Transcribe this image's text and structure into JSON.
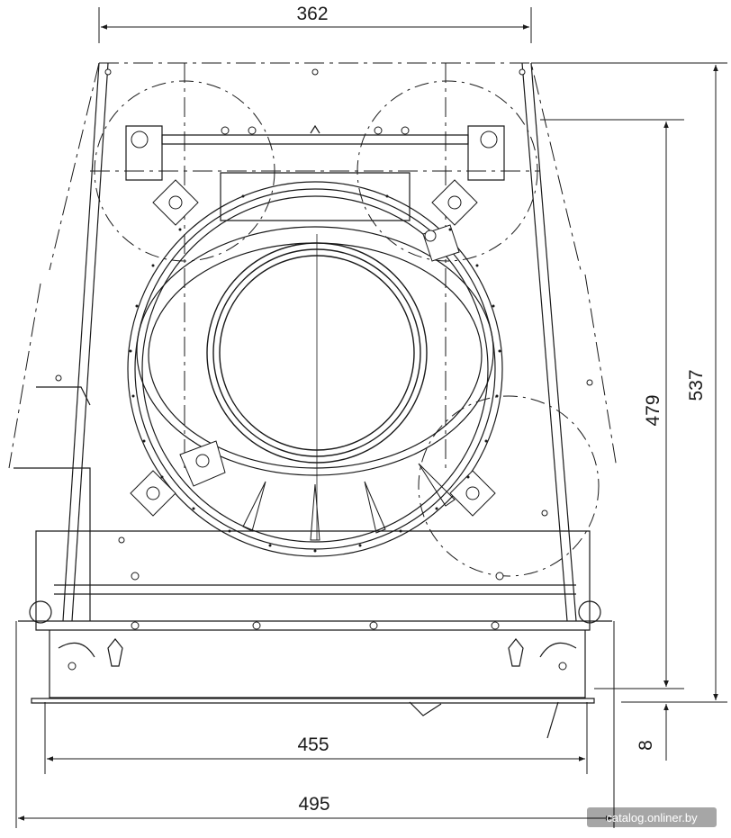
{
  "dimensions": {
    "top_width": "362",
    "overall_height": "537",
    "inner_height": "479",
    "base_width": "455",
    "overall_width": "495",
    "foot_offset": "8"
  },
  "watermark": "catalog.onliner.by",
  "colors": {
    "line": "#1a1a1a",
    "background": "#ffffff"
  }
}
